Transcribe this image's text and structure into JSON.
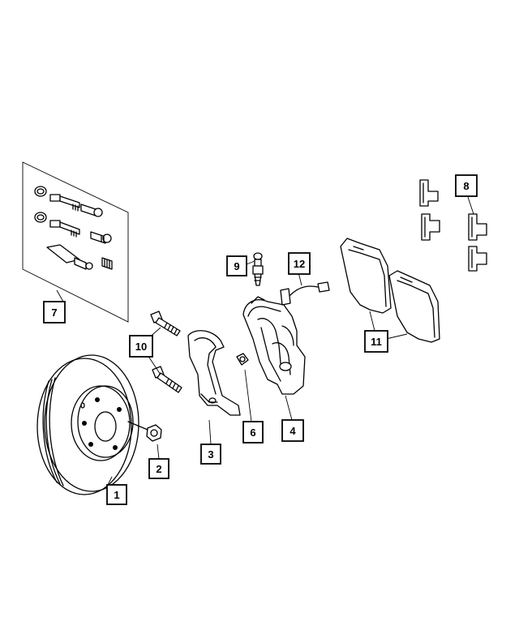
{
  "callouts": [
    {
      "id": "c1",
      "label": "1"
    },
    {
      "id": "c2",
      "label": "2"
    },
    {
      "id": "c3",
      "label": "3"
    },
    {
      "id": "c4",
      "label": "4"
    },
    {
      "id": "c6",
      "label": "6"
    },
    {
      "id": "c7",
      "label": "7"
    },
    {
      "id": "c8",
      "label": "8"
    },
    {
      "id": "c9",
      "label": "9"
    },
    {
      "id": "c10",
      "label": "10"
    },
    {
      "id": "c11",
      "label": "11"
    },
    {
      "id": "c12",
      "label": "12"
    }
  ]
}
